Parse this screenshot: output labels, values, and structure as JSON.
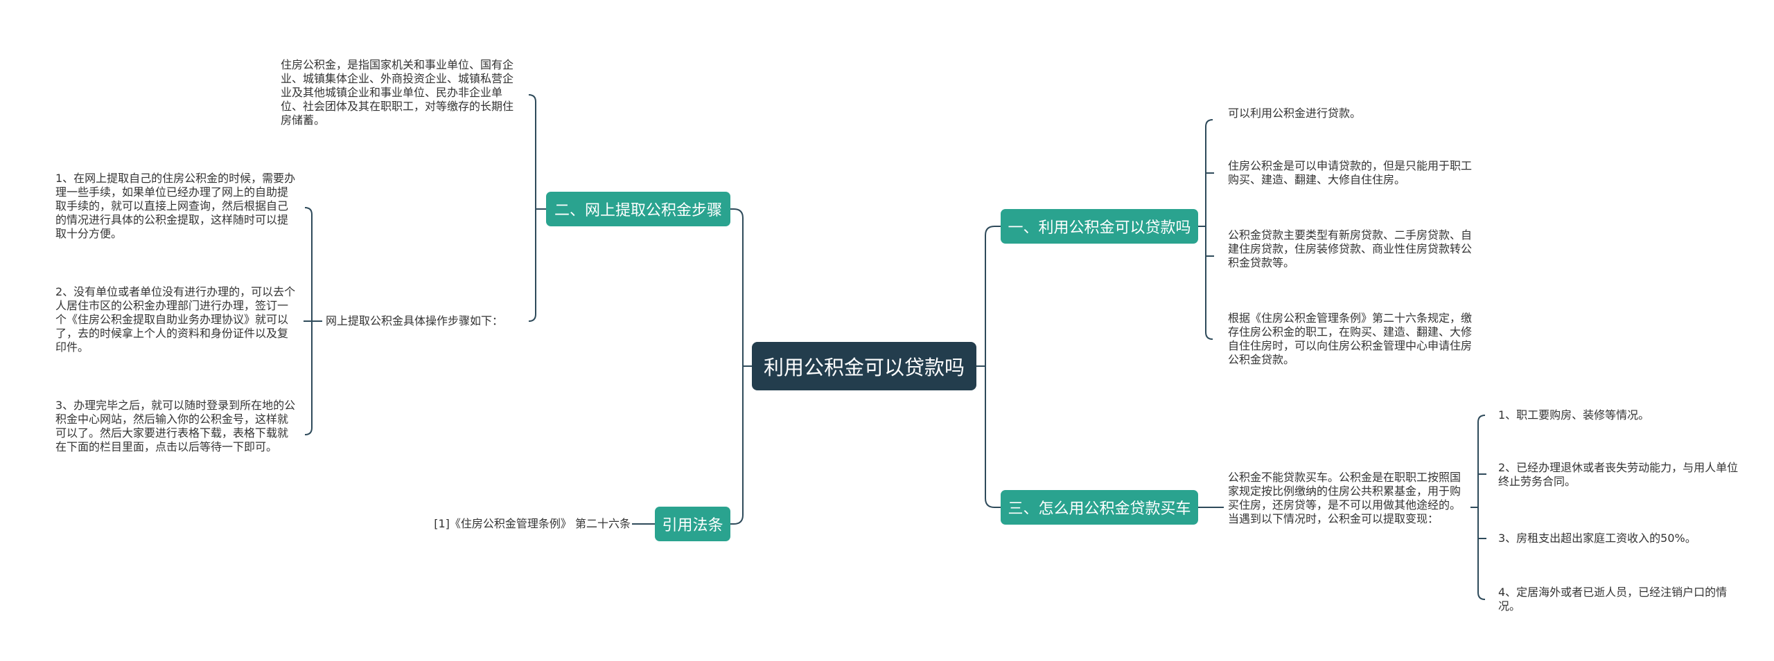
{
  "root": "利用公积金可以贷款吗",
  "branches": {
    "b1": {
      "title": "一、利用公积金可以贷款吗",
      "leaves": [
        "可以利用公积金进行贷款。",
        "住房公积金是可以申请贷款的，但是只能用于职工购买、建造、翻建、大修自住住房。",
        "公积金贷款主要类型有新房贷款、二手房贷款、自建住房贷款，住房装修贷款、商业性住房贷款转公积金贷款等。",
        "根据《住房公积金管理条例》第二十六条规定，缴存住房公积金的职工，在购买、建造、翻建、大修自住住房时，可以向住房公积金管理中心申请住房公积金贷款。"
      ]
    },
    "b2": {
      "title": "二、网上提取公积金步骤",
      "intro": "住房公积金，是指国家机关和事业单位、国有企业、城镇集体企业、外商投资企业、城镇私营企业及其他城镇企业和事业单位、民办非企业单位、社会团体及其在职职工，对等缴存的长期住房储蓄。",
      "sub": "网上提取公积金具体操作步骤如下：",
      "steps": [
        "1、在网上提取自己的住房公积金的时候，需要办理一些手续，如果单位已经办理了网上的自助提取手续的，就可以直接上网查询，然后根据自己的情况进行具体的公积金提取，这样随时可以提取十分方便。",
        "2、没有单位或者单位没有进行办理的，可以去个人居住市区的公积金办理部门进行办理，签订一个《住房公积金提取自助业务办理协议》就可以了，去的时候拿上个人的资料和身份证件以及复印件。",
        "3、办理完毕之后，就可以随时登录到所在地的公积金中心网站，然后输入你的公积金号，这样就可以了。然后大家要进行表格下载，表格下载就在下面的栏目里面，点击以后等待一下即可。"
      ]
    },
    "b3": {
      "title": "三、怎么用公积金贷款买车",
      "sub": "公积金不能贷款买车。公积金是在职职工按照国家规定按比例缴纳的住房公共积累基金，用于购买住房，还房贷等，是不可以用做其他途经的。当遇到以下情况时，公积金可以提取变现：",
      "items": [
        "1、职工要购房、装修等情况。",
        "2、已经办理退休或者丧失劳动能力，与用人单位终止劳务合同。",
        "3、房租支出超出家庭工资收入的50%。",
        "4、定居海外或者已逝人员，已经注销户口的情况。"
      ]
    },
    "b4": {
      "title": "引用法条",
      "leaf": "[1]《住房公积金管理条例》 第二十六条"
    }
  },
  "colors": {
    "root_bg": "#233d4d",
    "branch_bg": "#2aa38f",
    "line": "#2e4a5a"
  }
}
